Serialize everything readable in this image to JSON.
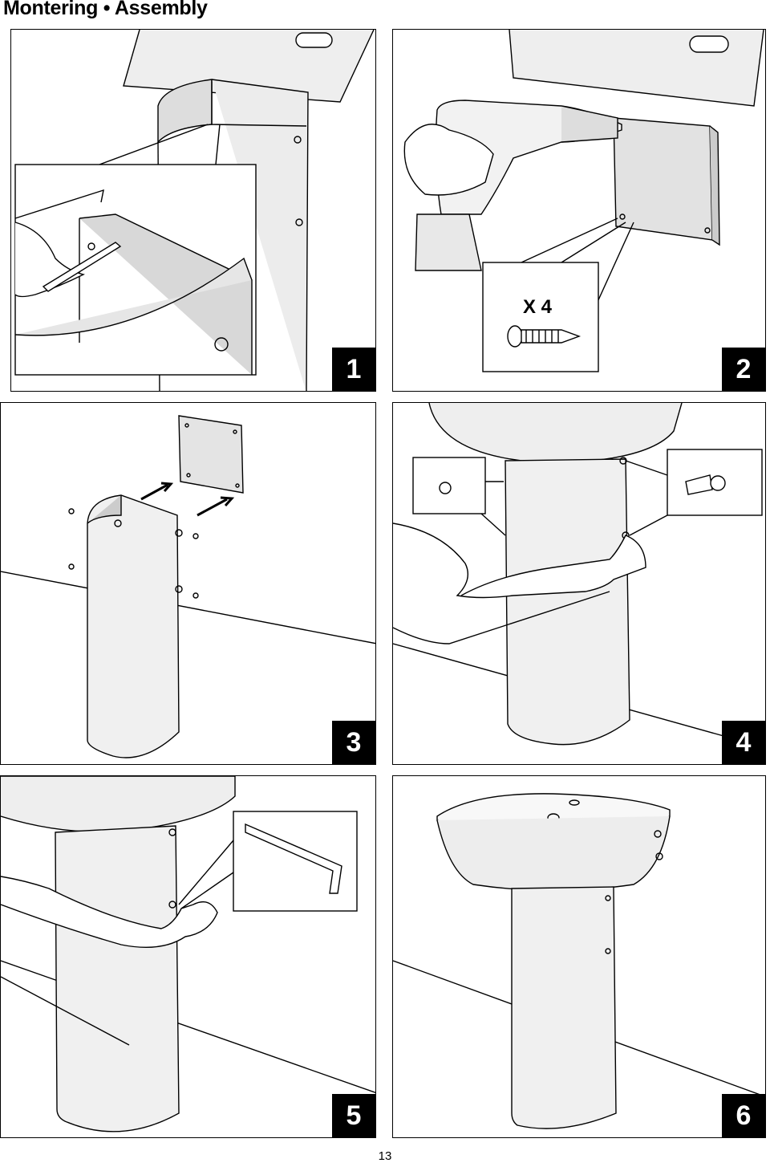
{
  "header": {
    "title": "Montering • Assembly"
  },
  "steps": [
    {
      "number": "1"
    },
    {
      "number": "2",
      "quantity_label": "X 4"
    },
    {
      "number": "3"
    },
    {
      "number": "4"
    },
    {
      "number": "5"
    },
    {
      "number": "6"
    }
  ],
  "footer": {
    "page_number": "13"
  }
}
